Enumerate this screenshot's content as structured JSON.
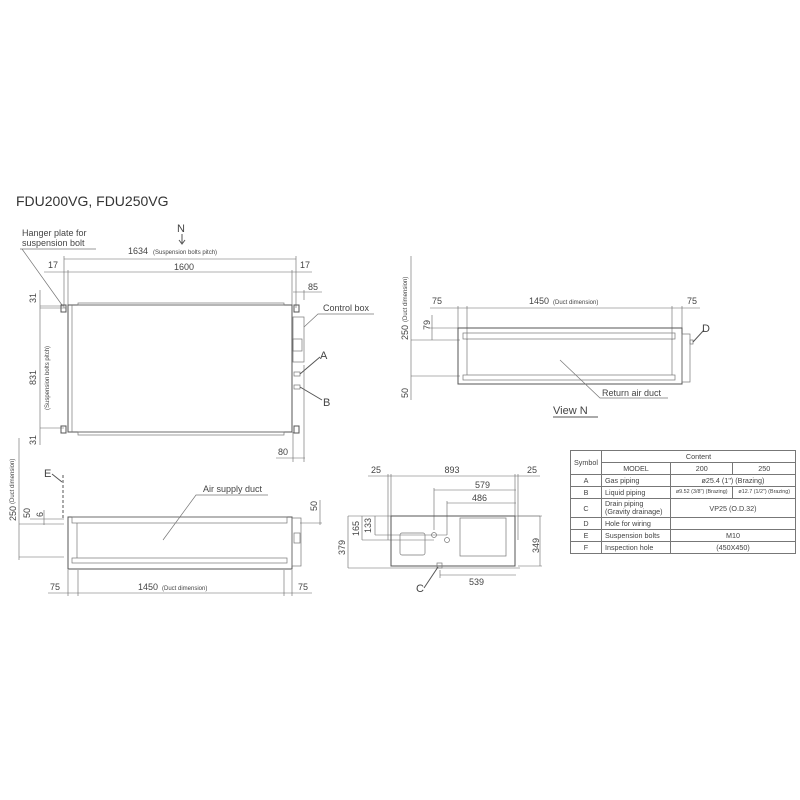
{
  "title": "FDU200VG, FDU250VG",
  "top_view": {
    "north_label": "N",
    "hanger_label_line1": "Hanger plate for",
    "hanger_label_line2": "suspension bolt",
    "dim_pitch": "1634",
    "dim_pitch_note": "(Suspension bolts pitch)",
    "dim_width": "1600",
    "dim_left_offset": "17",
    "dim_right_offset": "17",
    "dim_control_box": "85",
    "control_box_label": "Control box",
    "dim_top_offset": "31",
    "dim_depth_pitch": "831",
    "dim_depth_note": "(Suspension bolts pitch)",
    "dim_bottom_offset": "31",
    "dim_bottom_right": "80",
    "label_a": "A",
    "label_b": "B"
  },
  "view_n": {
    "dim_left": "75",
    "dim_duct": "1450",
    "dim_duct_note": "(Duct dimension)",
    "dim_right": "75",
    "dim_height": "250",
    "dim_height_note": "(Duct dimension)",
    "dim_79": "79",
    "dim_50": "50",
    "label_d": "D",
    "return_label": "Return air duct",
    "view_label": "View N"
  },
  "front_view": {
    "dim_height": "250",
    "dim_height_note": "(Duct dimension)",
    "dim_50_left": "50",
    "dim_6": "6",
    "dim_50_right": "50",
    "label_e": "E",
    "supply_label": "Air supply duct",
    "dim_left": "75",
    "dim_duct": "1450",
    "dim_duct_note": "(Duct dimension)",
    "dim_right": "75"
  },
  "side_view": {
    "dim_25_left": "25",
    "dim_893": "893",
    "dim_25_right": "25",
    "dim_579": "579",
    "dim_486": "486",
    "dim_165": "165",
    "dim_133": "133",
    "dim_379": "379",
    "dim_349": "349",
    "dim_539": "539",
    "label_c": "C"
  },
  "spec_table": {
    "symbol_header": "Symbol",
    "content_header": "Content",
    "model_header": "MODEL",
    "model_200": "200",
    "model_250": "250",
    "rows": [
      {
        "symbol": "A",
        "item": "Gas piping",
        "value": "ø25.4 (1\") (Brazing)"
      },
      {
        "symbol": "B",
        "item": "Liquid piping",
        "value_200": "ø9.52 (3/8\") (Brazing)",
        "value_250": "ø12.7 (1/2\") (Brazing)"
      },
      {
        "symbol": "C",
        "item": "Drain piping",
        "item2": "(Gravity drainage)",
        "value": "VP25 (O.D.32)"
      },
      {
        "symbol": "D",
        "item": "Hole for wiring",
        "value": ""
      },
      {
        "symbol": "E",
        "item": "Suspension bolts",
        "value": "M10"
      },
      {
        "symbol": "F",
        "item": "Inspection hole",
        "value": "(450X450)"
      }
    ]
  }
}
